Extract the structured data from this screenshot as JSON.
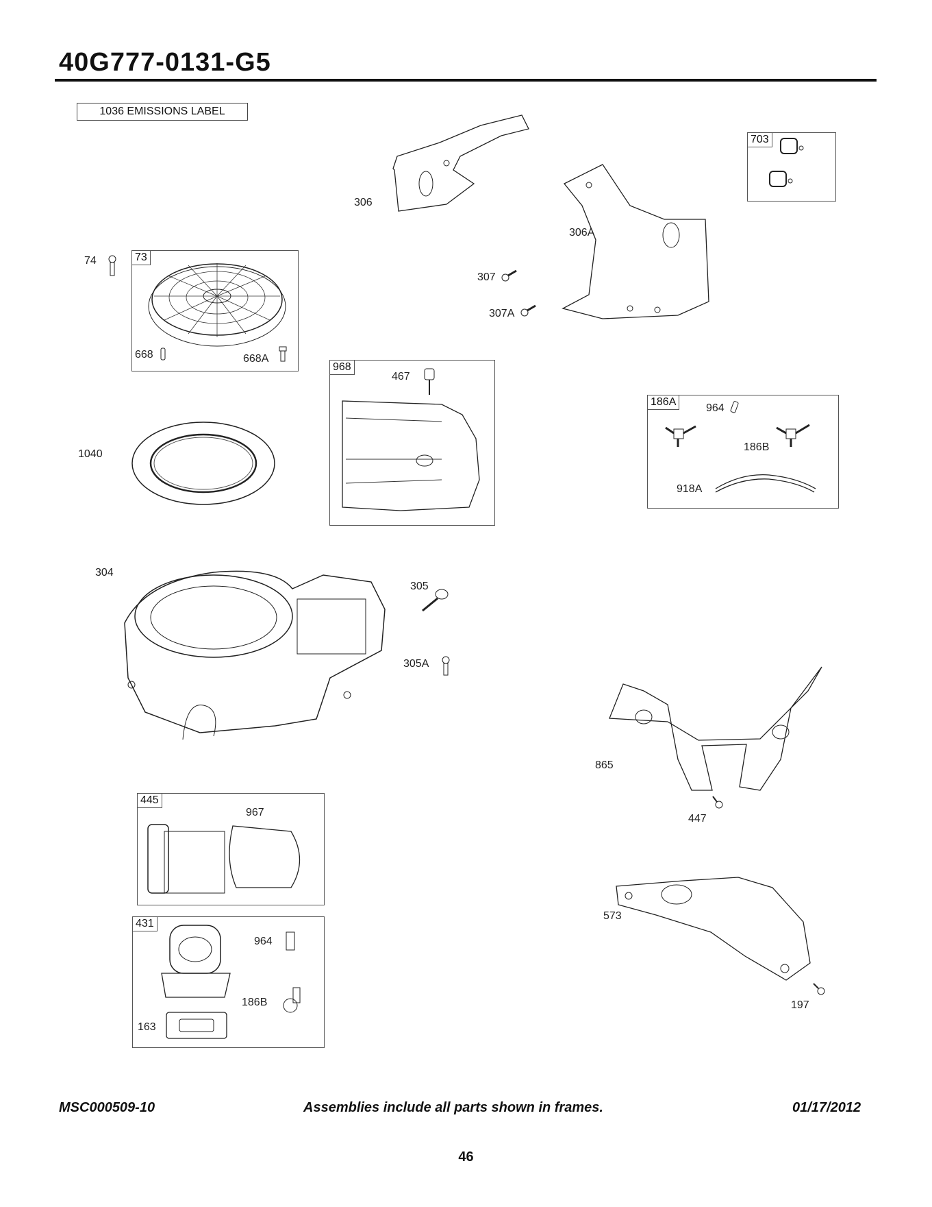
{
  "header": {
    "title": "40G777-0131-G5"
  },
  "emissions_label": "1036 EMISSIONS LABEL",
  "frames": {
    "f73": "73",
    "f968": "968",
    "f703": "703",
    "f186a": "186A",
    "f445": "445",
    "f431": "431"
  },
  "parts": {
    "p74": "74",
    "p668": "668",
    "p668a": "668A",
    "p1040": "1040",
    "p306": "306",
    "p306a": "306A",
    "p307": "307",
    "p307a": "307A",
    "p467": "467",
    "p964a": "964",
    "p186b_a": "186B",
    "p918a": "918A",
    "p304": "304",
    "p305": "305",
    "p305a": "305A",
    "p967": "967",
    "p964b": "964",
    "p186b_b": "186B",
    "p163": "163",
    "p865": "865",
    "p447": "447",
    "p573": "573",
    "p197": "197"
  },
  "footer": {
    "doc_id": "MSC000509-10",
    "note": "Assemblies include all parts shown in frames.",
    "date": "01/17/2012",
    "page_number": "46"
  }
}
